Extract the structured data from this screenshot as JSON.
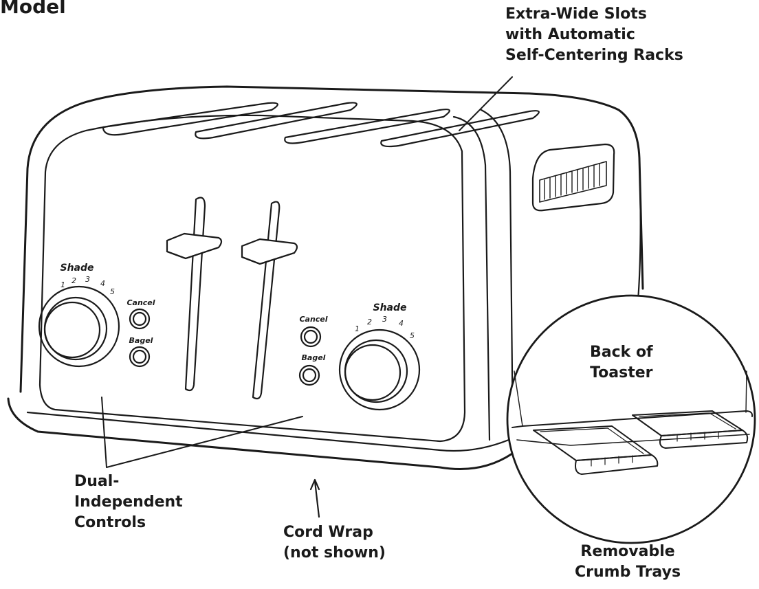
{
  "heading": "Model",
  "callouts": {
    "slots": [
      "Extra-Wide Slots",
      "with Automatic",
      "Self-Centering Racks"
    ],
    "controls": [
      "Dual-",
      "Independent",
      "Controls"
    ],
    "cord": [
      "Cord Wrap",
      "(not shown)"
    ],
    "back": [
      "Back of",
      "Toaster"
    ],
    "trays": [
      "Removable",
      "Crumb Trays"
    ]
  },
  "panel_labels": {
    "left": {
      "shade": "Shade",
      "numbers": [
        "1",
        "2",
        "3",
        "4",
        "5"
      ],
      "cancel": "Cancel",
      "bagel": "Bagel"
    },
    "right": {
      "shade": "Shade",
      "numbers": [
        "1",
        "2",
        "3",
        "4",
        "5"
      ],
      "cancel": "Cancel",
      "bagel": "Bagel"
    }
  },
  "colors": {
    "ink": "#1a1a1a",
    "background": "#ffffff"
  }
}
